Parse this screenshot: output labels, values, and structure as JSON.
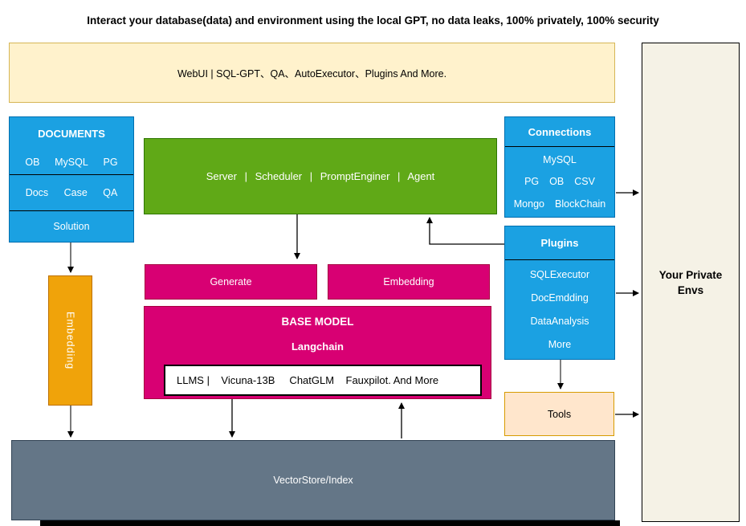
{
  "title": "Interact your database(data) and environment using the local GPT, no data leaks, 100% privately, 100% security",
  "banner": {
    "label": "WebUI | SQL-GPT、QA、AutoExecutor、Plugins And More."
  },
  "documents": {
    "header": "DOCUMENTS",
    "rows": [
      [
        "OB",
        "MySQL",
        "PG"
      ],
      [
        "Docs",
        "Case",
        "QA"
      ],
      [
        "Solution"
      ]
    ]
  },
  "server": {
    "label": "Server | Scheduler | PromptEnginer | Agent"
  },
  "connections": {
    "header": "Connections",
    "rows": [
      [
        "MySQL"
      ],
      [
        "PG",
        "OB",
        "CSV"
      ],
      [
        "Mongo",
        "BlockChain"
      ]
    ]
  },
  "plugins": {
    "header": "Plugins",
    "items": [
      "SQLExecutor",
      "DocEmdding",
      "DataAnalysis",
      "More"
    ]
  },
  "embedding_pipeline": {
    "label": "Embedding"
  },
  "generate": {
    "label": "Generate"
  },
  "embedding": {
    "label": "Embedding"
  },
  "base_model": {
    "title": "BASE MODEL",
    "subtitle": "Langchain",
    "models": "LLMS |    Vicuna-13B     ChatGLM    Fauxpilot. And More"
  },
  "tools": {
    "label": "Tools"
  },
  "vector_store": {
    "label": "VectorStore/Index"
  },
  "private_envs": {
    "label": "Your Private Envs"
  },
  "colors": {
    "blue": "#1BA1E2",
    "blue_border": "#006EAF",
    "green": "#60A917",
    "green_border": "#2D7600",
    "magenta": "#D80073",
    "magenta_border": "#A50040",
    "amber": "#F0A30A",
    "amber_border": "#BD7000",
    "slate": "#647687",
    "banner_fill": "#FFF2CC",
    "banner_border": "#D6B656",
    "tools_fill": "#FFE6CC",
    "tools_border": "#D79B00",
    "envs_fill": "#F5F2E6"
  }
}
